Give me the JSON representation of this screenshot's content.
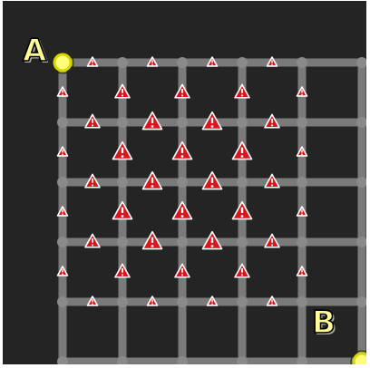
{
  "puzzle": {
    "start_label": "A",
    "end_label": "B",
    "grid": {
      "cols": 5,
      "rows": 5
    },
    "colors": {
      "background": "#242424",
      "path": "#7a7a7a",
      "node": "#8a8a8a",
      "endpoint_fill": "#fffc7a",
      "endpoint_ring": "#d6d600",
      "warning_fill": "#d8161d",
      "warning_border": "#ffffff"
    },
    "start_node": {
      "col": 0,
      "row": 0
    },
    "end_node": {
      "col": 5,
      "row": 5
    },
    "warnings": [
      {
        "edge": "h",
        "col": 0,
        "row": 0,
        "size": "small"
      },
      {
        "edge": "h",
        "col": 1,
        "row": 0,
        "size": "small"
      },
      {
        "edge": "h",
        "col": 2,
        "row": 0,
        "size": "small"
      },
      {
        "edge": "h",
        "col": 3,
        "row": 0,
        "size": "small"
      },
      {
        "edge": "h",
        "col": 0,
        "row": 1,
        "size": "medium"
      },
      {
        "edge": "h",
        "col": 1,
        "row": 1,
        "size": "large"
      },
      {
        "edge": "h",
        "col": 2,
        "row": 1,
        "size": "large"
      },
      {
        "edge": "h",
        "col": 3,
        "row": 1,
        "size": "medium"
      },
      {
        "edge": "h",
        "col": 0,
        "row": 2,
        "size": "medium"
      },
      {
        "edge": "h",
        "col": 1,
        "row": 2,
        "size": "large"
      },
      {
        "edge": "h",
        "col": 2,
        "row": 2,
        "size": "large"
      },
      {
        "edge": "h",
        "col": 3,
        "row": 2,
        "size": "medium"
      },
      {
        "edge": "h",
        "col": 0,
        "row": 3,
        "size": "medium"
      },
      {
        "edge": "h",
        "col": 1,
        "row": 3,
        "size": "large"
      },
      {
        "edge": "h",
        "col": 2,
        "row": 3,
        "size": "large"
      },
      {
        "edge": "h",
        "col": 3,
        "row": 3,
        "size": "medium"
      },
      {
        "edge": "h",
        "col": 0,
        "row": 4,
        "size": "small"
      },
      {
        "edge": "h",
        "col": 1,
        "row": 4,
        "size": "small"
      },
      {
        "edge": "h",
        "col": 2,
        "row": 4,
        "size": "small"
      },
      {
        "edge": "h",
        "col": 3,
        "row": 4,
        "size": "small"
      },
      {
        "edge": "v",
        "col": 0,
        "row": 0,
        "size": "small"
      },
      {
        "edge": "v",
        "col": 1,
        "row": 0,
        "size": "medium"
      },
      {
        "edge": "v",
        "col": 2,
        "row": 0,
        "size": "medium"
      },
      {
        "edge": "v",
        "col": 3,
        "row": 0,
        "size": "medium"
      },
      {
        "edge": "v",
        "col": 4,
        "row": 0,
        "size": "small"
      },
      {
        "edge": "v",
        "col": 0,
        "row": 1,
        "size": "small"
      },
      {
        "edge": "v",
        "col": 1,
        "row": 1,
        "size": "large"
      },
      {
        "edge": "v",
        "col": 2,
        "row": 1,
        "size": "large"
      },
      {
        "edge": "v",
        "col": 3,
        "row": 1,
        "size": "large"
      },
      {
        "edge": "v",
        "col": 4,
        "row": 1,
        "size": "small"
      },
      {
        "edge": "v",
        "col": 0,
        "row": 2,
        "size": "small"
      },
      {
        "edge": "v",
        "col": 1,
        "row": 2,
        "size": "large"
      },
      {
        "edge": "v",
        "col": 2,
        "row": 2,
        "size": "large"
      },
      {
        "edge": "v",
        "col": 3,
        "row": 2,
        "size": "large"
      },
      {
        "edge": "v",
        "col": 4,
        "row": 2,
        "size": "small"
      },
      {
        "edge": "v",
        "col": 0,
        "row": 3,
        "size": "small"
      },
      {
        "edge": "v",
        "col": 1,
        "row": 3,
        "size": "medium"
      },
      {
        "edge": "v",
        "col": 2,
        "row": 3,
        "size": "medium"
      },
      {
        "edge": "v",
        "col": 3,
        "row": 3,
        "size": "medium"
      },
      {
        "edge": "v",
        "col": 4,
        "row": 3,
        "size": "small"
      }
    ]
  }
}
